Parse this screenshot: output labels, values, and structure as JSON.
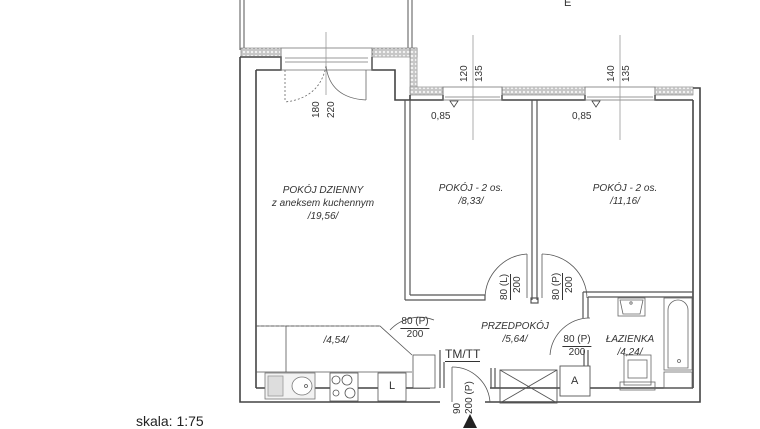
{
  "compass": {
    "label": "E"
  },
  "scale": {
    "label": "skala: 1:75"
  },
  "rooms": {
    "living": {
      "name": "POKÓJ DZIENNY",
      "subtitle": "z aneksem kuchennym",
      "area": "/19,56/"
    },
    "room1": {
      "name": "POKÓJ - 2 os.",
      "area": "/8,33/"
    },
    "room2": {
      "name": "POKÓJ - 2 os.",
      "area": "/11,16/"
    },
    "kitchen": {
      "area": "/4,54/"
    },
    "hall": {
      "name": "PRZEDPOKÓJ",
      "area": "/5,64/"
    },
    "bathroom": {
      "name": "ŁAZIENKA",
      "area": "/4,24/"
    }
  },
  "windows": {
    "balcony_door": {
      "width": "180",
      "height": "220"
    },
    "window1": {
      "width": "120",
      "height": "135",
      "sill": "0,85"
    },
    "window2": {
      "width": "140",
      "height": "135",
      "sill": "0,85"
    }
  },
  "doors": {
    "room1_door": {
      "width": "80 (L)",
      "height": "200"
    },
    "room2_door": {
      "width": "80 (P)",
      "height": "200"
    },
    "living_door": {
      "width": "80 (P)",
      "height": "200"
    },
    "bath_door": {
      "width": "80 (P)",
      "height": "200"
    },
    "entry_door": {
      "width": "90",
      "height": "200 (P)"
    }
  },
  "symbols": {
    "installation_shaft": "TM/TT",
    "fridge": "L",
    "washer": "A"
  }
}
